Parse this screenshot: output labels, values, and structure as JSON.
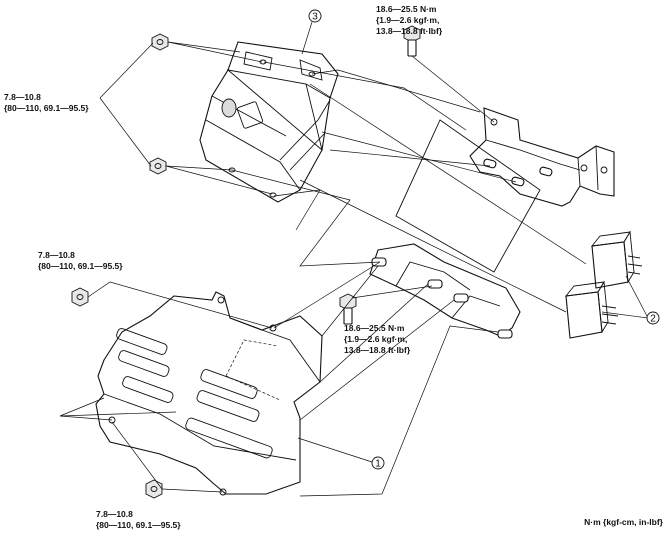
{
  "callouts": {
    "part_1": "1",
    "part_2": "2",
    "part_3": "3"
  },
  "torque_specs": {
    "bolt_upper": [
      "18.6—25.5 N·m",
      "{1.9—2.6 kgf·m,",
      "13.8—18.8 ft·lbf}"
    ],
    "bolt_middle": [
      "18.6—25.5 N·m",
      "{1.9—2.6 kgf·m,",
      "13.8—18.8 ft·lbf}"
    ],
    "nuts_upper_left": [
      "7.8—10.8",
      "{80—110, 69.1—95.5}"
    ],
    "nut_middle_left": [
      "7.8—10.8",
      "{80—110, 69.1—95.5}"
    ],
    "nut_bottom": [
      "7.8—10.8",
      "{80—110, 69.1—95.5}"
    ]
  },
  "units_legend": "N·m {kgf-cm, in-lbf}"
}
